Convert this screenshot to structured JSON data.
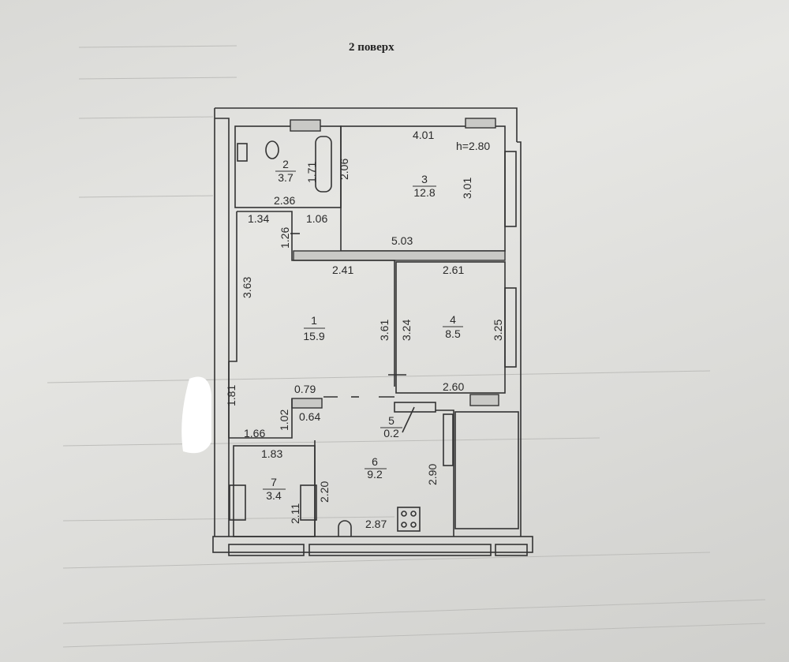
{
  "title": "2 поверх",
  "ceiling_height": "h=2.80",
  "rooms": [
    {
      "number": "1",
      "area": "15.9"
    },
    {
      "number": "2",
      "area": "3.7"
    },
    {
      "number": "3",
      "area": "12.8"
    },
    {
      "number": "4",
      "area": "8.5"
    },
    {
      "number": "5",
      "area": "0.2"
    },
    {
      "number": "6",
      "area": "9.2"
    },
    {
      "number": "7",
      "area": "3.4"
    }
  ],
  "dimensions": {
    "room3_top": "4.01",
    "room3_right": "3.01",
    "room3_bottom": "5.03",
    "room2_height": "1.71",
    "room2_right": "2.06",
    "room2_bottom": "2.36",
    "hall_top_left": "1.34",
    "hall_top_right": "1.06",
    "hall_door": "1.26",
    "hall_left": "3.63",
    "hall_top": "2.41",
    "hall_right": "3.61",
    "room4_top": "2.61",
    "room4_left": "3.24",
    "room4_right": "3.25",
    "room4_bottom": "2.60",
    "niche_left": "1.81",
    "niche_top": "0.79",
    "niche_bottom": "0.64",
    "niche_side": "1.02",
    "room7_top_a": "1.66",
    "room7_top_b": "1.83",
    "room7_left": "2.11",
    "room7_right": "2.20",
    "kitchen_bottom": "2.87",
    "kitchen_right": "2.90"
  }
}
